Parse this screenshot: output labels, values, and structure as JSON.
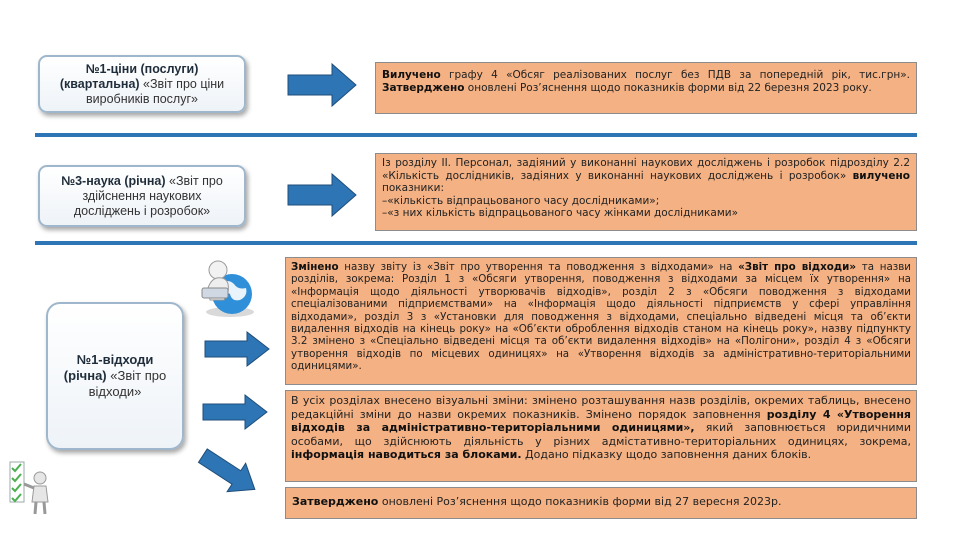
{
  "form1": {
    "title_bold": "№1-ціни (послуги) (квартальна)",
    "title_rest": " «Звіт про ціни виробників послуг»",
    "change_bold1": "Вилучено",
    "change_text1": " графу 4 «Обсяг реалізованих послуг без ПДВ за попередній рік, тис.грн». ",
    "change_bold2": "Затверджено",
    "change_text2": " оновлені Роз’яснення щодо показників форми від 22 березня 2023 року."
  },
  "form3": {
    "title_bold": "№3-наука (річна)",
    "title_rest": " «Звіт про здійснення наукових досліджень і розробок»",
    "change_text1": "Із розділу ІІ. Персонал, задіяний у виконанні наукових досліджень і розробок підрозділу 2.2 «Кількість дослідників, задіяних у виконанні наукових досліджень і розробок» ",
    "change_bold1": "вилучено",
    "change_text2": " показники:",
    "item1": "–«кількість відпрацьованого часу дослідниками»;",
    "item2": "–«з них кількість відпрацьованого часу жінками дослідниками»"
  },
  "waste": {
    "title_bold": "№1-відходи (річна)",
    "title_rest": " «Звіт про відходи»",
    "box1": {
      "b1": "Змінено",
      "t1": " назву звіту із «Звіт про утворення та поводження з відходами» на ",
      "b2": "«Звіт про відходи»",
      "t2": " та назви розділів, зокрема: Розділ 1 з «Обсяги утворення, поводження з відходами за місцем їх утворення» на «Інформація щодо діяльності утворювачів відходів», розділ 2 з «Обсяги поводження з відходами спеціалізованими підприємствами» на «Інформація щодо діяльності підприємств у сфері управління відходами», розділ 3 з «Установки для поводження з відходами, спеціально відведені місця та об’єкти видалення відходів на кінець року» на «Об’єкти оброблення відходів станом на кінець року», назву підпункту 3.2 змінено з «Спеціально відведені місця та об’єкти видалення відходів» на «Полігони», розділ 4 з «Обсяги утворення відходів по місцевих одиницях» на «Утворення відходів за адміністративно-територіальними одиницями»."
    },
    "box2": {
      "t1": "В усіх розділах внесено візуальні зміни: змінено розташування назв розділів, окремих таблиць, внесено редакційні зміни до назви окремих показників. Змінено порядок заповнення ",
      "b1": "розділу 4 «Утворення відходів за адміністративно-територіальними одиницями»,",
      "t2": " який заповнюється юридичними особами, що здійснюють діяльність у різних адмістативно-територіальних одиницях, зокрема, ",
      "b2": "інформація наводиться за блоками.",
      "t3": " Додано підказку щодо заповнення даних блоків."
    },
    "box3": {
      "b1": "Затверджено",
      "t1": " оновлені Роз’яснення щодо показників форми від 27 вересня 2023р."
    }
  },
  "colors": {
    "accent_blue": "#2e75b6",
    "change_box": "#f4b183"
  },
  "icons": [
    "globe-person-icon",
    "checklist-person-icon",
    "right-arrow-icon"
  ]
}
